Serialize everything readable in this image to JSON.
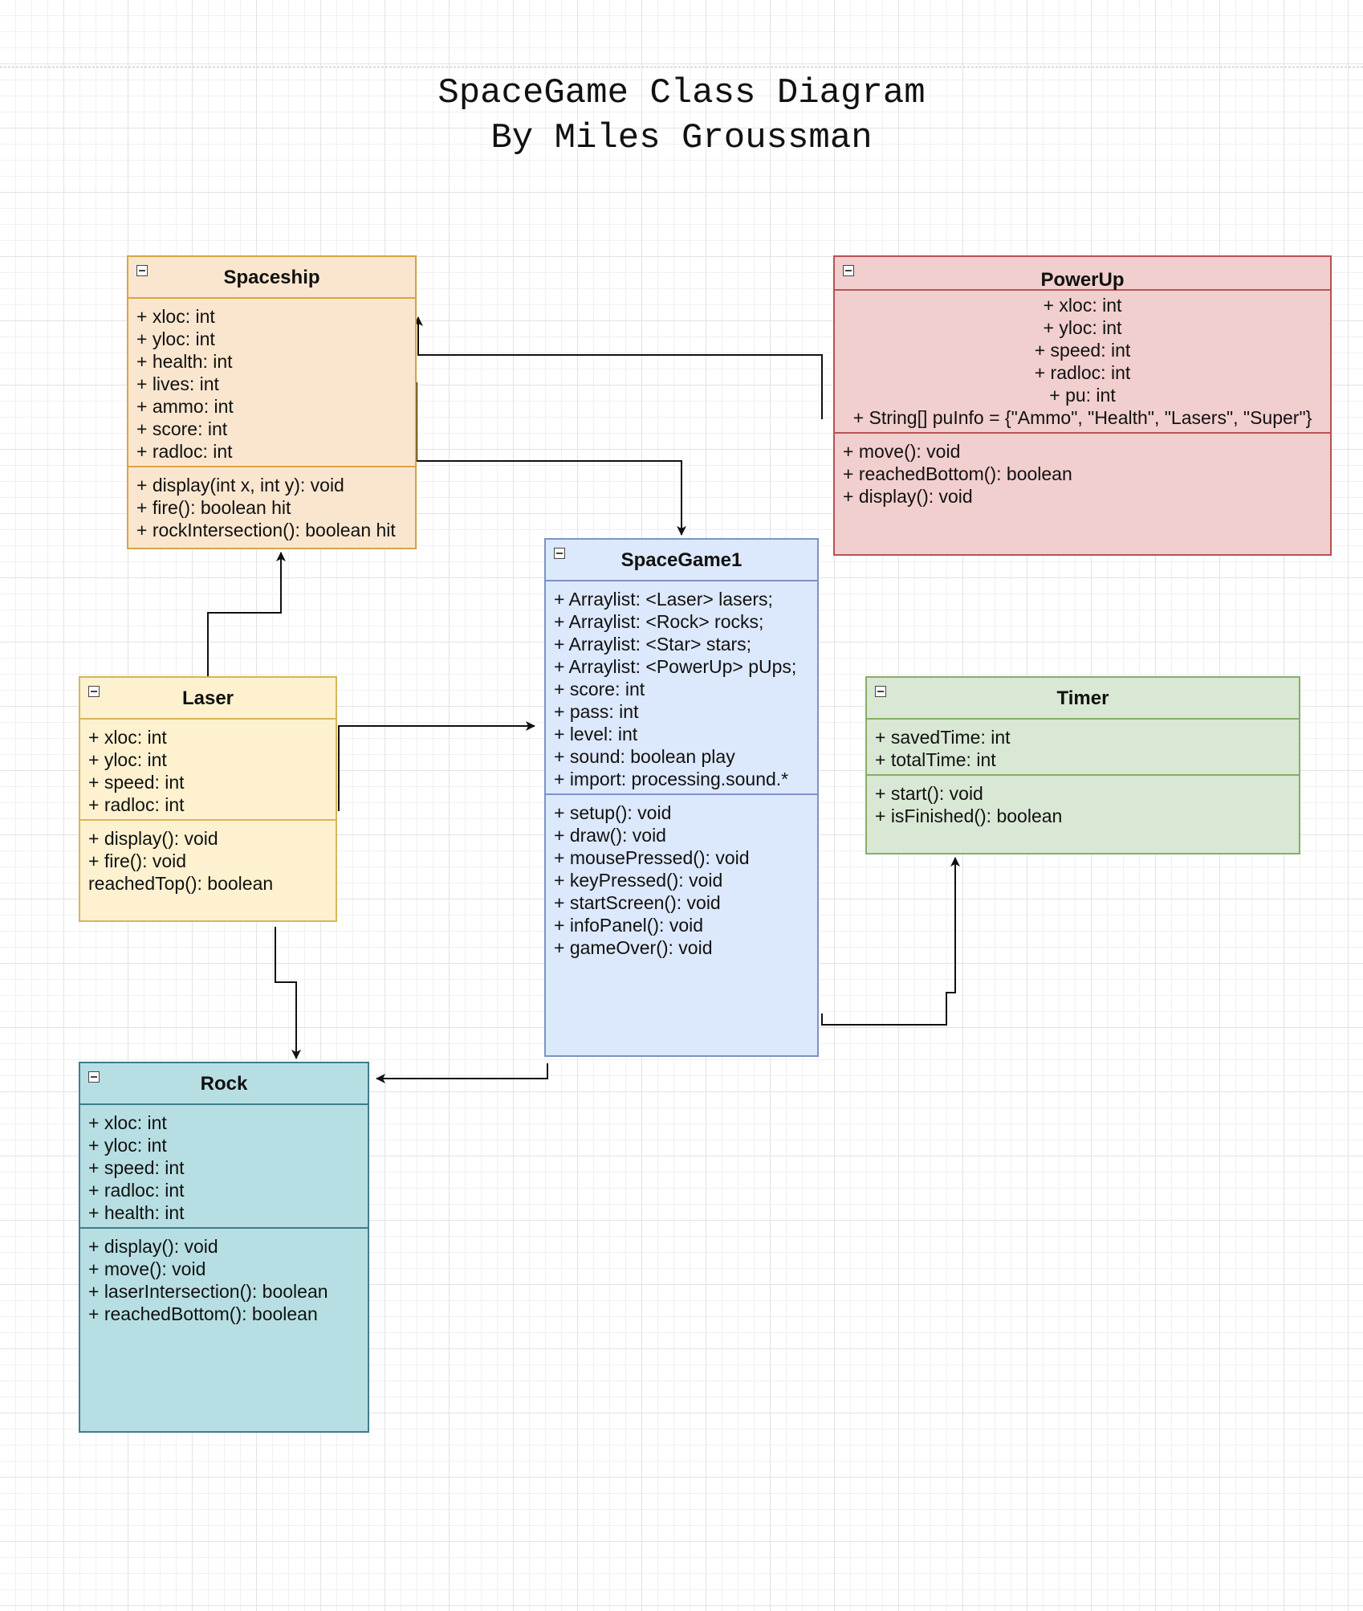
{
  "diagram": {
    "title_line1": "SpaceGame Class Diagram",
    "title_line2": "By Miles Groussman"
  },
  "classes": {
    "spaceship": {
      "name": "Spaceship",
      "color": "#fae6cf",
      "attributes": [
        "+ xloc: int",
        "+ yloc: int",
        "+ health: int",
        "+ lives: int",
        "+ ammo: int",
        "+ score: int",
        "+ radloc: int"
      ],
      "methods": [
        "+ display(int x, int y): void",
        "+ fire(): boolean hit",
        "+ rockIntersection(): boolean hit"
      ]
    },
    "powerup": {
      "name": "PowerUp",
      "color": "#f1cfce",
      "attributes": [
        "+ xloc: int",
        "+ yloc: int",
        "+ speed: int",
        "+ radloc: int",
        "+ pu: int",
        "+ String[] puInfo = {\"Ammo\", \"Health\", \"Lasers\", \"Super\"}"
      ],
      "methods": [
        "+ move(): void",
        "+ reachedBottom(): boolean",
        "+ display(): void"
      ]
    },
    "spacegame1": {
      "name": "SpaceGame1",
      "color": "#dce8fb",
      "attributes": [
        "+ Arraylist: <Laser> lasers;",
        "+ Arraylist: <Rock> rocks;",
        "+ Arraylist: <Star> stars;",
        "+ Arraylist: <PowerUp> pUps;",
        "+ score: int",
        "+ pass: int",
        "+ level: int",
        "+ sound: boolean play",
        "+ import: processing.sound.*"
      ],
      "methods": [
        "+ setup(): void",
        "+ draw(): void",
        "+ mousePressed(): void",
        "+ keyPressed(): void",
        "+ startScreen(): void",
        "+ infoPanel(): void",
        "+ gameOver(): void"
      ]
    },
    "laser": {
      "name": "Laser",
      "color": "#fdf1cf",
      "attributes": [
        "+ xloc: int",
        "+ yloc: int",
        "+ speed: int",
        "+ radloc: int"
      ],
      "methods": [
        "+ display(): void",
        "+ fire(): void",
        "reachedTop(): boolean"
      ]
    },
    "timer": {
      "name": "Timer",
      "color": "#d9e8d4",
      "attributes": [
        "+ savedTime: int",
        "+ totalTime: int"
      ],
      "methods": [
        "+ start(): void",
        "+ isFinished(): boolean"
      ]
    },
    "rock": {
      "name": "Rock",
      "color": "#b7dfe3",
      "attributes": [
        "+ xloc: int",
        "+ yloc: int",
        "+ speed: int",
        "+ radloc: int",
        "+ health: int"
      ],
      "methods": [
        "+ display(): void",
        "+ move(): void",
        "+ laserIntersection(): boolean",
        "+ reachedBottom(): boolean"
      ]
    }
  }
}
